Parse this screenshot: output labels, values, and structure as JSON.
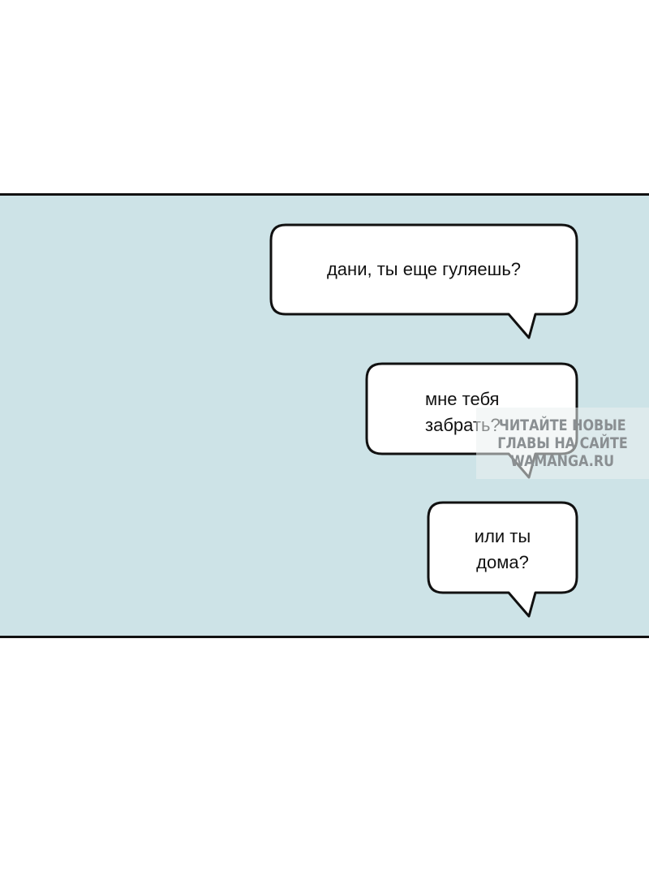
{
  "panel": {
    "background": "#cde3e7",
    "border": "#111111"
  },
  "bubbles": [
    {
      "text": "дани, ты еще гуляешь?"
    },
    {
      "line1": "мне тебя",
      "line2": "забрать?"
    },
    {
      "line1": "или ты",
      "line2": "дома?"
    }
  ],
  "watermark": {
    "line1": "ЧИТАЙТЕ НОВЫЕ",
    "line2": "ГЛАВЫ НА САЙТЕ",
    "line3": "WAMANGA.RU"
  }
}
